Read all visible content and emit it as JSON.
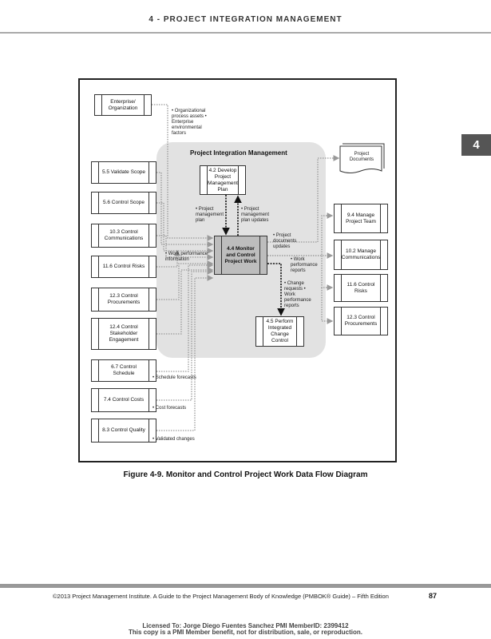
{
  "header": {
    "title": "4 - PROJECT INTEGRATION MANAGEMENT",
    "chapter_tab": "4"
  },
  "diagram": {
    "region_title": "Project Integration Management",
    "boxes": {
      "enterprise": "Enterprise/ Organization",
      "b55": "5.5 Validate Scope",
      "b56": "5.6 Control Scope",
      "b103": "10.3 Control Communications",
      "b116l": "11.6 Control Risks",
      "b123l": "12.3 Control Procurements",
      "b124": "12.4 Control Stakeholder Engagement",
      "b67": "6.7 Control Schedule",
      "b74": "7.4 Control Costs",
      "b83": "8.3 Control Quality",
      "b42": "4.2 Develop Project Management Plan",
      "b44": "4.4 Monitor and Control Project Work",
      "b45": "4.5 Perform Integrated Change Control",
      "docs": "Project Documents",
      "b94": "9.4 Manage Project Team",
      "b102": "10.2 Manage Communications",
      "b116r": "11.6 Control Risks",
      "b123r": "12.3 Control Procurements"
    },
    "labels": {
      "enterprise_out": "• Organizational process assets • Enterprise environmental factors",
      "pmp": "• Project management plan",
      "pmp_updates": "• Project management plan updates",
      "doc_updates": "• Project documents updates",
      "wpi": "• Work performance information",
      "wpr": "• Work performance reports",
      "cr": "• Change requests • Work performance reports",
      "sched": "• Schedule forecasts",
      "cost": "• Cost forecasts",
      "valid": "• Validated changes"
    }
  },
  "caption": "Figure 4-9. Monitor and Control Project Work Data Flow Diagram",
  "footer": {
    "text": "©2013 Project Management Institute. A Guide to the Project Management Body of Knowledge (PMBOK® Guide) – Fifth Edition",
    "page": "87"
  },
  "license": {
    "line1": "Licensed To: Jorge Diego Fuentes Sanchez PMI MemberID: 2399412",
    "line2": "This copy is a PMI Member benefit, not for distribution, sale, or reproduction."
  }
}
